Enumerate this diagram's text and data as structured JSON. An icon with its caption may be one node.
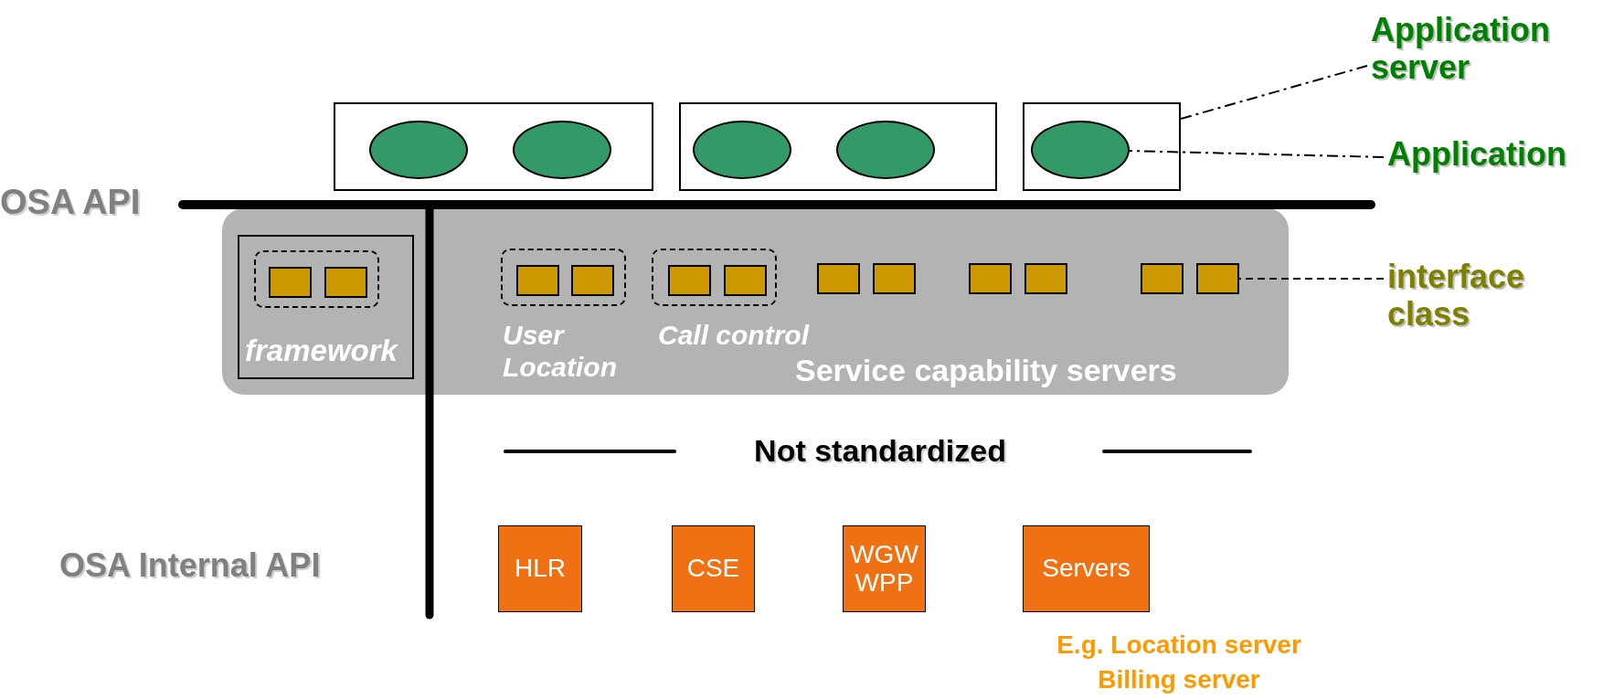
{
  "diagram": {
    "nodes": [
      {
        "text": [],
        "shape": "box"
      },
      {
        "text": [],
        "shape": "ellipse",
        "in": 0
      },
      {
        "text": [],
        "shape": "ellipse",
        "in": 0
      },
      {
        "text": [],
        "shape": "box"
      },
      {
        "text": [],
        "shape": "ellipse",
        "in": 3
      },
      {
        "text": [],
        "shape": "ellipse",
        "in": 3
      },
      {
        "text": [],
        "shape": "box"
      },
      {
        "text": [],
        "shape": "ellipse",
        "in": 6
      },
      {
        "text": [
          "Application server"
        ]
      },
      {
        "text": [
          "Application"
        ]
      },
      {
        "text": [
          "Service capability servers"
        ]
      },
      {
        "text": [
          "framework"
        ],
        "in": 10
      },
      {
        "text": [],
        "shape": "box",
        "in": 11
      },
      {
        "text": [],
        "shape": "box",
        "in": 12
      },
      {
        "text": [],
        "shape": "box",
        "in": 12
      },
      {
        "text": [
          "User Location"
        ],
        "in": 10
      },
      {
        "text": [],
        "shape": "box",
        "in": 15
      },
      {
        "text": [],
        "shape": "box",
        "in": 15
      },
      {
        "text": [
          "Call control"
        ],
        "in": 10
      },
      {
        "text": [],
        "shape": "box",
        "in": 18
      },
      {
        "text": [],
        "shape": "box",
        "in": 18
      },
      {
        "text": [],
        "shape": "box",
        "in": 10
      },
      {
        "text": [],
        "shape": "box",
        "in": 10
      },
      {
        "text": [],
        "shape": "box",
        "in": 10
      },
      {
        "text": [],
        "shape": "box",
        "in": 10
      },
      {
        "text": [],
        "shape": "box",
        "in": 10
      },
      {
        "text": [],
        "shape": "box",
        "in": 10
      },
      {
        "text": [
          "interface class"
        ]
      },
      {
        "text": [
          "HLR"
        ]
      },
      {
        "text": [
          "CSE"
        ]
      },
      {
        "text": [
          "WGW WPP"
        ]
      },
      {
        "text": [
          "Servers"
        ],
        "beside": [
          "E.g. Location server",
          "Billing server"
        ]
      }
    ],
    "edges": [
      {
        "from": 8,
        "to": 6,
        "arrow": "none",
        "style": "dashed"
      },
      {
        "from": 9,
        "to": 7,
        "arrow": "none",
        "style": "dashed"
      },
      {
        "from": 27,
        "to": 26,
        "arrow": "none",
        "style": "dashed"
      }
    ],
    "labels": [
      "OSA API",
      "Not standardized",
      "OSA Internal API"
    ]
  }
}
